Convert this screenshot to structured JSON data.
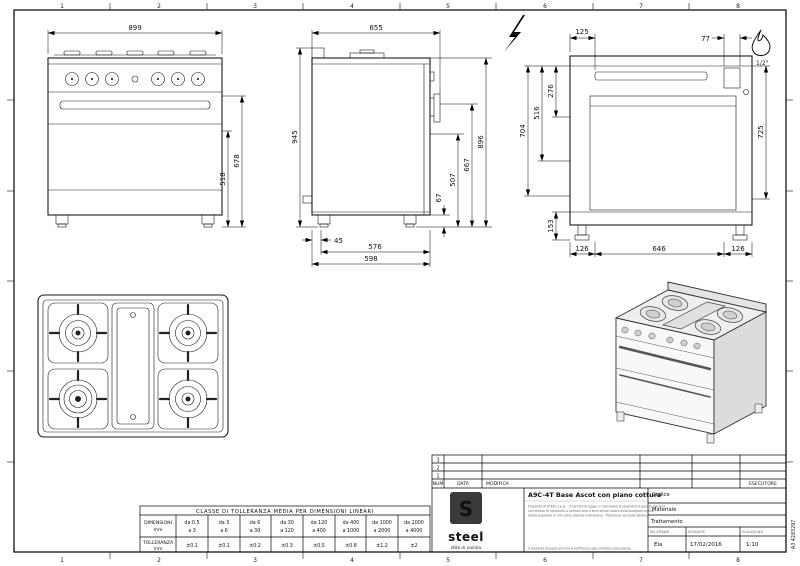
{
  "sheet": {
    "grid_cols": [
      "1",
      "2",
      "3",
      "4",
      "5",
      "6",
      "7",
      "8"
    ],
    "format_code": "A3 4283297"
  },
  "dims": {
    "front_width": "899",
    "front_h1": "678",
    "front_h2": "518",
    "side_top": "655",
    "side_height": "945",
    "side_h896": "896",
    "side_h667": "667",
    "side_h507": "507",
    "side_h67": "67",
    "side_d45": "45",
    "side_d576": "576",
    "side_d598": "598",
    "rear_t125": "125",
    "rear_t77": "77",
    "rear_v276": "276",
    "rear_v516": "516",
    "rear_v704": "704",
    "rear_v153": "153",
    "rear_v725": "725",
    "rear_b126l": "126",
    "rear_b646": "646",
    "rear_b126r": "126",
    "gas_size": "1/2\""
  },
  "symbols": {
    "electric": "lightning-bolt",
    "gas": "flame"
  },
  "title_block": {
    "revision_rows": [
      "3",
      "2",
      "1"
    ],
    "header": {
      "num": "NUM",
      "date": "DATA",
      "change": "MODIFICA",
      "executor": "ESECUTORE"
    },
    "title": "A9C-4T Base Ascot con piano cottura",
    "code_label": "Codice",
    "material_label": "Materiale",
    "treatment_label": "Trattamento",
    "drawn_label": "DIS./DRAWN",
    "date_label": "DATA/DATE",
    "scale_label": "SCALA/SCALE",
    "drawn_by": "Ela",
    "date": "17/02/2016",
    "scale": "1:10",
    "logo": {
      "mark": "S",
      "name": "steel",
      "tagline": "stile in cucina"
    },
    "fine_print": [
      "Proprietà di STEEL S.p.A. - A termini di legge ci riserviamo la proprietà di questo disegno",
      "con divieto di riprodurlo o comunicarlo a terzi senza nostra autorizzazione scritta.",
      "Quote espresse in mm salvo diversa indicazione - Tolleranze secondo tabella."
    ],
    "footer_note": "Il presente disegno annulla e sostituisce ogni versione precedente."
  },
  "tolerance_table": {
    "title": "CLASSE DI TOLLERANZA MEDIA PER DIMENSIONI LINEARI",
    "row1_label": "DIMENSIONI",
    "row1_unit": "mm",
    "row2_label": "TOLLERANZA",
    "row2_unit": "mm",
    "ranges": [
      [
        "da 0.5",
        "a 3"
      ],
      [
        "da 3",
        "a 6"
      ],
      [
        "da 6",
        "a 30"
      ],
      [
        "da 30",
        "a 120"
      ],
      [
        "da 120",
        "a 400"
      ],
      [
        "da 400",
        "a 1000"
      ],
      [
        "da 1000",
        "a 2000"
      ],
      [
        "da 2000",
        "a 4000"
      ]
    ],
    "tolerances": [
      "±0.1",
      "±0.1",
      "±0.2",
      "±0.3",
      "±0.5",
      "±0.8",
      "±1.2",
      "±2"
    ]
  }
}
